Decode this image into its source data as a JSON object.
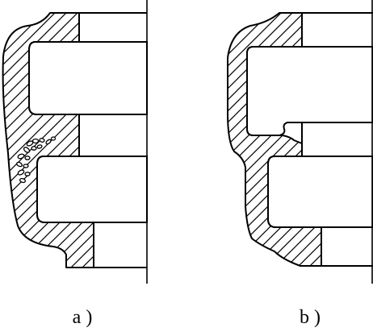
{
  "figure": {
    "panels": [
      {
        "id": "a",
        "caption": "a )"
      },
      {
        "id": "b",
        "caption": "b )"
      }
    ],
    "colors": {
      "stroke": "#000000",
      "background": "#ffffff"
    }
  }
}
